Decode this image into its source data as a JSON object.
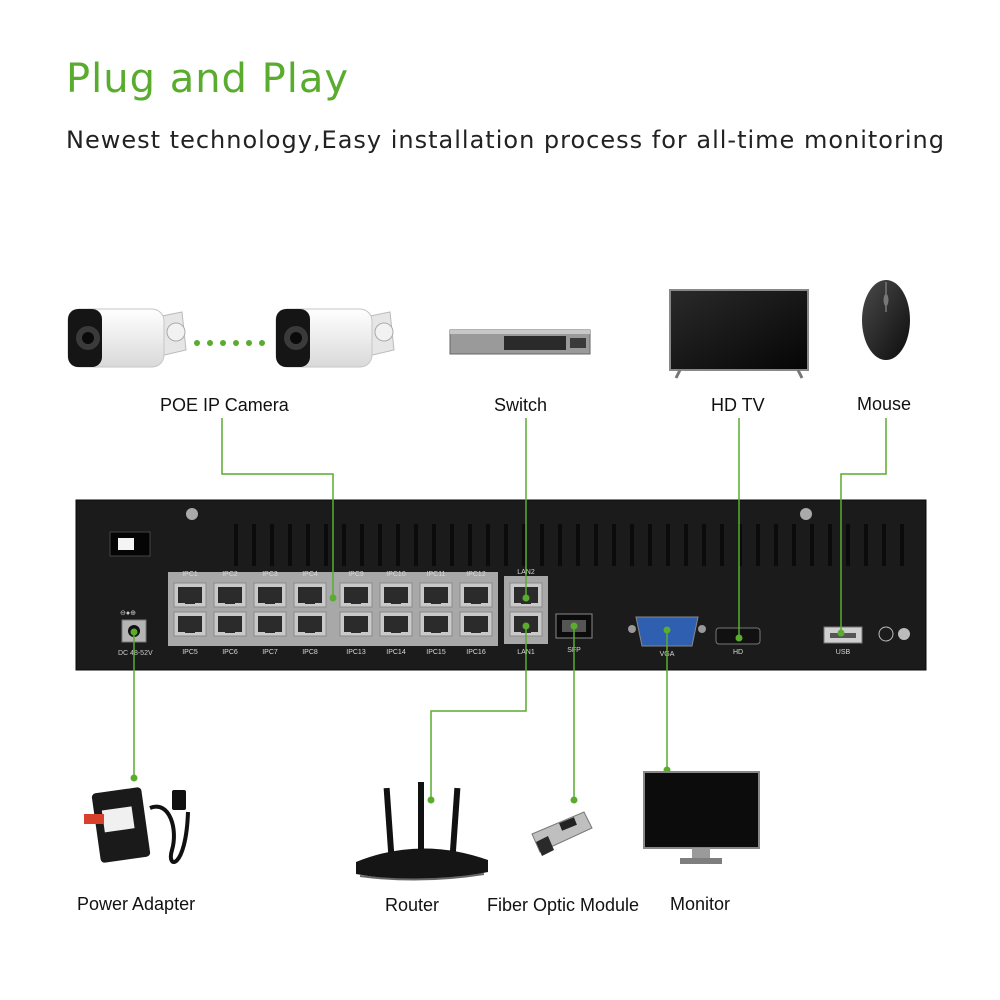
{
  "header": {
    "title": "Plug and Play",
    "subtitle": "Newest technology,Easy installation process for all-time monitoring"
  },
  "devices": {
    "top": [
      {
        "id": "poe_camera",
        "label": "POE IP Camera"
      },
      {
        "id": "switch",
        "label": "Switch"
      },
      {
        "id": "hd_tv",
        "label": "HD TV"
      },
      {
        "id": "mouse",
        "label": "Mouse"
      }
    ],
    "bottom": [
      {
        "id": "power_adapter",
        "label": "Power Adapter"
      },
      {
        "id": "router",
        "label": "Router"
      },
      {
        "id": "fiber_module",
        "label": "Fiber Optic Module"
      },
      {
        "id": "monitor",
        "label": "Monitor"
      }
    ]
  },
  "nvr_panel": {
    "ports_top": [
      "IPC1",
      "IPC2",
      "IPC3",
      "IPC4",
      "IPC9",
      "IPC10",
      "IPC11",
      "IPC12"
    ],
    "ports_bottom": [
      "IPC5",
      "IPC6",
      "IPC7",
      "IPC8",
      "IPC13",
      "IPC14",
      "IPC15",
      "IPC16"
    ],
    "lan_top": "LAN2",
    "lan_bottom": "LAN1",
    "sfp": "SFP",
    "vga": "VGA",
    "hd": "HD",
    "usb": "USB",
    "dc": "DC 48-52V"
  },
  "colors": {
    "accent": "#5aac2f",
    "panel": "#1b1b1b",
    "line": "#5aac2f"
  }
}
